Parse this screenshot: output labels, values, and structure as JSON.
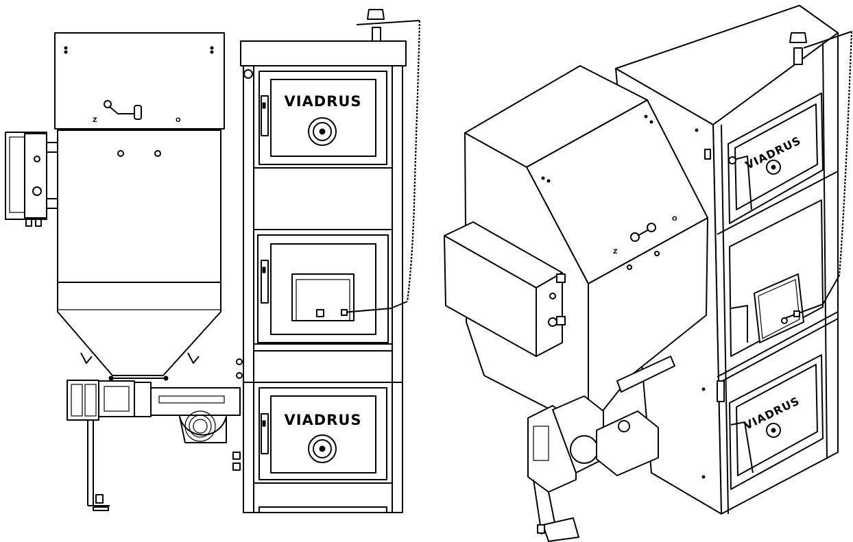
{
  "brand": {
    "name": "VIADRUS"
  },
  "hopper": {
    "lid_marks": [
      "Z",
      "O"
    ]
  },
  "colors": {
    "line": "#000000",
    "background": "#ffffff"
  }
}
